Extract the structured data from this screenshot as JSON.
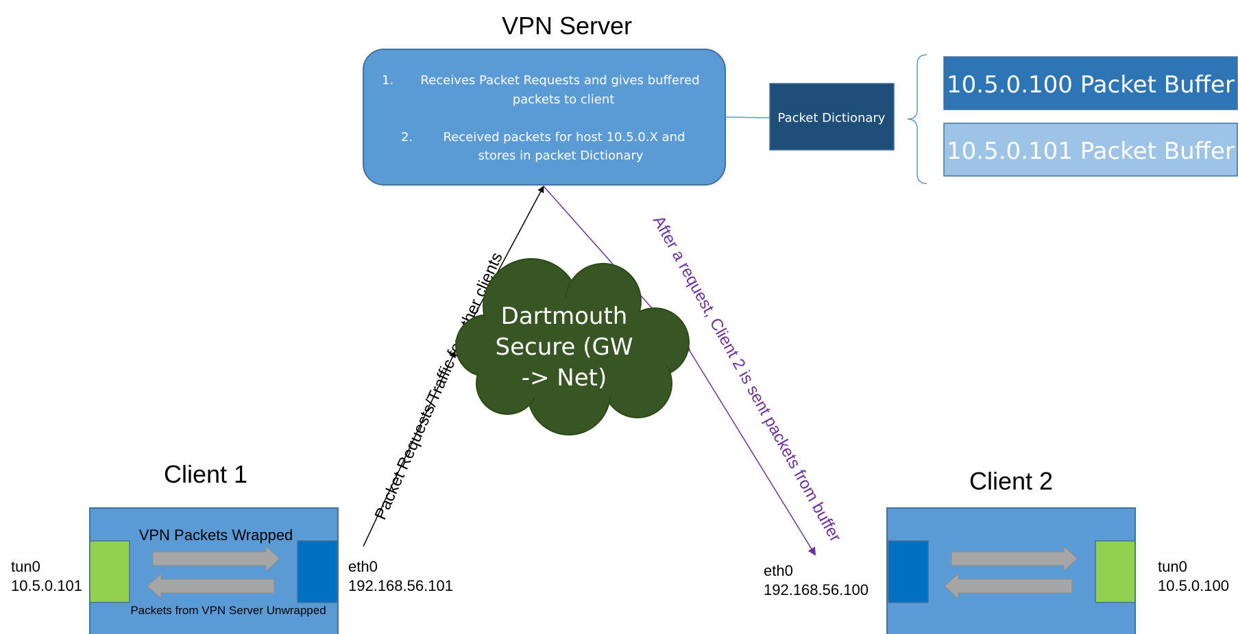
{
  "server": {
    "title": "VPN Server",
    "items": [
      {
        "num": "1.",
        "line1": "Receives Packet Requests and gives buffered",
        "line2": "packets to client"
      },
      {
        "num": "2.",
        "line1": "Received packets for host 10.5.0.X and",
        "line2": "stores in packet Dictionary"
      }
    ],
    "dictionary_label": "Packet Dictionary",
    "buffers": [
      "10.5.0.100 Packet Buffer",
      "10.5.0.101 Packet Buffer"
    ]
  },
  "cloud": {
    "lines": [
      "Dartmouth",
      "Secure (GW",
      "-> Net)"
    ]
  },
  "arrows": {
    "left_label": "Packet Requests/Traffic for other clients",
    "right_label": "After a request, Client 2 is sent packets from buffer"
  },
  "client1": {
    "title": "Client 1",
    "top_label": "VPN Packets Wrapped",
    "bottom_label": "Packets from VPN Server Unwrapped",
    "tun_name": "tun0",
    "tun_ip": "10.5.0.101",
    "eth_name": "eth0",
    "eth_ip": "192.168.56.101"
  },
  "client2": {
    "title": "Client 2",
    "tun_name": "tun0",
    "tun_ip": "10.5.0.100",
    "eth_name": "eth0",
    "eth_ip": "192.168.56.100"
  },
  "colors": {
    "server_fill": "#5b9bd5",
    "server_stroke": "#41719c",
    "dictionary_fill": "#1f4e79",
    "buffer_dark": "#2e75b6",
    "buffer_light": "#9dc3e6",
    "cloud_fill": "#375623",
    "client_fill": "#5b9bd5",
    "tun_fill": "#92d050",
    "eth_fill": "#0070c0",
    "arrow_gray": "#a6a6a6",
    "purple": "#7030a0"
  }
}
